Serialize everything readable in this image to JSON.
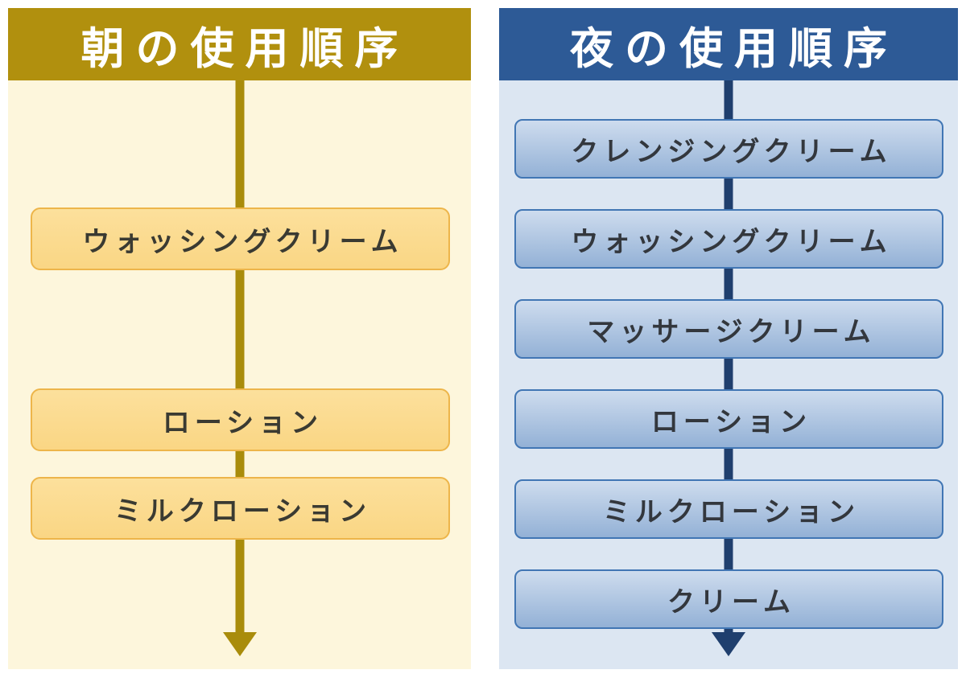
{
  "diagram": {
    "morning": {
      "title": "朝の使用順序",
      "steps": [
        "ウォッシングクリーム",
        "ローション",
        "ミルクローション"
      ],
      "colors": {
        "header_bg": "#B1900E",
        "body_bg": "#FDF6DC",
        "box_bg": "#FBDA8B",
        "box_border": "#EDB54A",
        "arrow": "#A98C0B",
        "title_text": "#FFFFFF",
        "step_text": "#3A3A32"
      }
    },
    "evening": {
      "title": "夜の使用順序",
      "steps": [
        "クレンジングクリーム",
        "ウォッシングクリーム",
        "マッサージクリーム",
        "ローション",
        "ミルクローション",
        "クリーム"
      ],
      "colors": {
        "header_bg": "#2D5A96",
        "body_bg": "#DCE6F2",
        "box_bg_top": "#CEDCEE",
        "box_bg_bottom": "#93B1D6",
        "box_border": "#4176B4",
        "arrow": "#1F3F6E",
        "title_text": "#FFFFFF",
        "step_text": "#33373D"
      }
    }
  }
}
